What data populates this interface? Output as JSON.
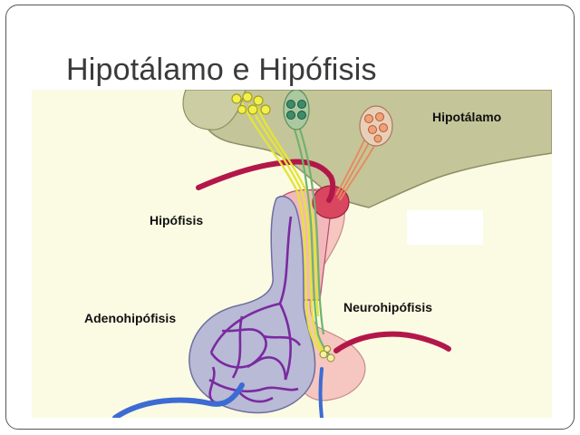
{
  "slide": {
    "title": "Hipotálamo e Hipófisis"
  },
  "diagram": {
    "labels": {
      "hypothalamus": "Hipotálamo",
      "pituitary": "Hipófisis",
      "adenohypophysis": "Adenohipófisis",
      "neurohypophysis": "Neurohipófisis"
    },
    "colors": {
      "background": "#fbfbe3",
      "hypothalamus_tissue": "#c5c59a",
      "neurohypophysis_tissue": "#f6c6c0",
      "adenohypophysis_tissue": "#b9bad6",
      "artery": "#b3174a",
      "vein": "#3d6bd4",
      "capillaries": "#7a2aa0",
      "axons_yellow": "#e4e43a",
      "axons_green": "#6fb36f",
      "neurons_orange": "#e8885c"
    }
  }
}
